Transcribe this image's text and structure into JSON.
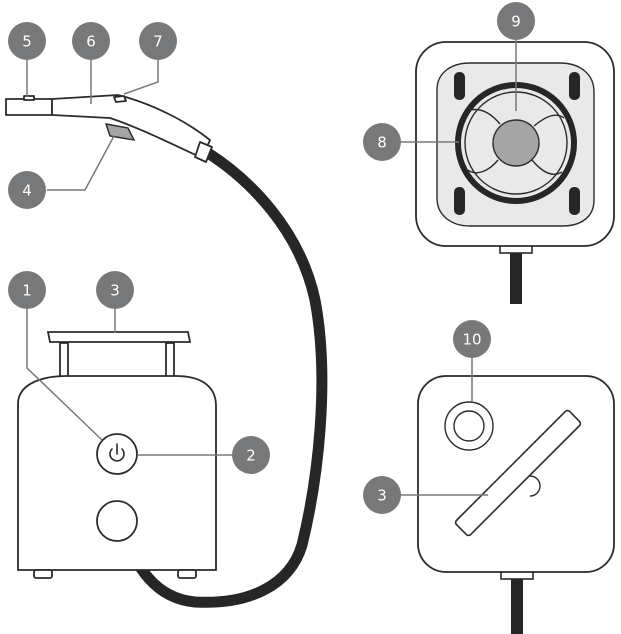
{
  "callouts": [
    {
      "id": "handle-tip-marker",
      "label": "5"
    },
    {
      "id": "handle-body",
      "label": "6"
    },
    {
      "id": "handle-button",
      "label": "7"
    },
    {
      "id": "handle-grip",
      "label": "4"
    },
    {
      "id": "power-button",
      "label": "1"
    },
    {
      "id": "tray",
      "label": "3"
    },
    {
      "id": "power-button-ring",
      "label": "2"
    },
    {
      "id": "top-view-center-plate",
      "label": "9"
    },
    {
      "id": "top-view-ring",
      "label": "8"
    },
    {
      "id": "bottom-view-port",
      "label": "10"
    },
    {
      "id": "bottom-view-tray",
      "label": "3"
    }
  ],
  "colors": {
    "badge": "#77787a",
    "outline": "#2b2b2b",
    "hose": "#262626",
    "plate": "#e9e9ea",
    "center": "#a5a5a6"
  }
}
